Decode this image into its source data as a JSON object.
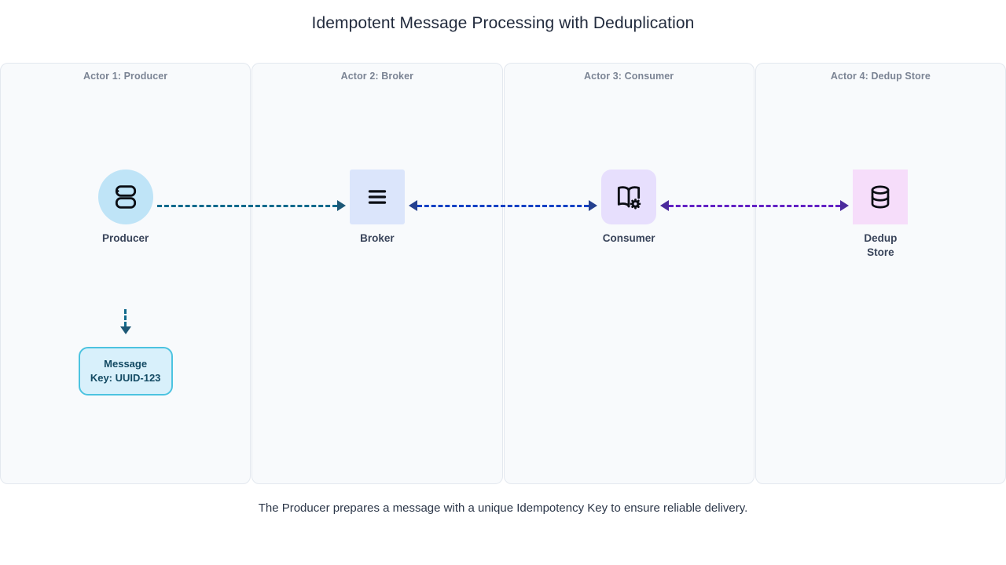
{
  "title": "Idempotent Message Processing with Deduplication",
  "caption": "The Producer prepares a message with a unique Idempotency Key to ensure reliable delivery.",
  "lanes": [
    {
      "header": "Actor 1: Producer",
      "node": {
        "label": "Producer",
        "icon": "server-stack-icon",
        "shape": "circle",
        "fill": "#bfe4f7"
      }
    },
    {
      "header": "Actor 2: Broker",
      "node": {
        "label": "Broker",
        "icon": "queue-list-icon",
        "shape": "square",
        "fill": "#dbe5fb"
      }
    },
    {
      "header": "Actor 3: Consumer",
      "node": {
        "label": "Consumer",
        "icon": "book-cog-icon",
        "shape": "rounded",
        "fill": "#e7dffd"
      }
    },
    {
      "header": "Actor 4: Dedup Store",
      "node": {
        "label": "Dedup\nStore",
        "icon": "database-cylinder-icon",
        "shape": "sharp",
        "fill": "#f6ddfa"
      }
    }
  ],
  "connectors": [
    {
      "name": "producer-to-broker",
      "color": "#106a8c",
      "direction": "right"
    },
    {
      "name": "broker-consumer",
      "color": "#1441c4",
      "direction": "both"
    },
    {
      "name": "consumer-dedup-store",
      "color": "#6321c4",
      "direction": "both"
    }
  ],
  "message": {
    "line1": "Message",
    "line2": "Key: UUID-123",
    "border_color": "#4cc3e0",
    "fill": "#d8f0fb"
  },
  "vertical_connector": {
    "name": "producer-to-message",
    "color": "#106a8c"
  }
}
